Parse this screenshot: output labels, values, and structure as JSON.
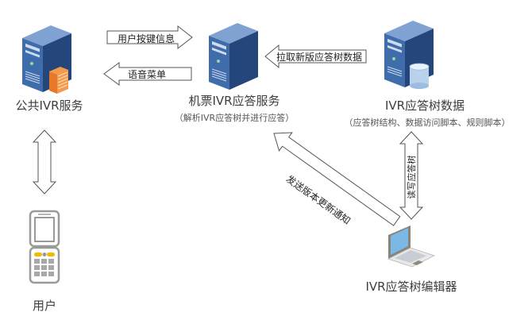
{
  "nodes": {
    "public_ivr": {
      "label": "公共IVR服务",
      "icon": "server-firewall-icon"
    },
    "ticket_ivr": {
      "label": "机票IVR应答服务",
      "sub": "（解析IVR应答树并进行应答）",
      "icon": "server-icon"
    },
    "tree_data": {
      "label": "IVR应答树数据",
      "sub": "（应答树结构、数据访问脚本、规则脚本）",
      "icon": "server-database-icon"
    },
    "user": {
      "label": "用户",
      "icon": "mobile-phone-icon"
    },
    "editor": {
      "label": "IVR应答树编辑器",
      "icon": "laptop-icon"
    }
  },
  "edges": {
    "key_info": {
      "label": "用户按键信息",
      "direction": "right"
    },
    "voice_menu": {
      "label": "语音菜单",
      "direction": "left"
    },
    "pull_tree": {
      "label": "拉取新版应答树数据",
      "direction": "left"
    },
    "notify_version": {
      "label": "发送版本更新通知",
      "direction": "up-left"
    },
    "read_write": {
      "label": "读写应答树",
      "direction": "bidirectional-vertical"
    },
    "user_ivr": {
      "label": "",
      "direction": "bidirectional-vertical"
    }
  },
  "colors": {
    "server_front": "#3e6aa8",
    "server_side": "#2a4a7e",
    "server_top": "#6d93c9",
    "firewall": "#f08a3c",
    "database": "#c9dcef",
    "phone_accent": "#f5b800",
    "laptop_screen": "#7ab8e6",
    "arrow_stroke": "#555555"
  }
}
